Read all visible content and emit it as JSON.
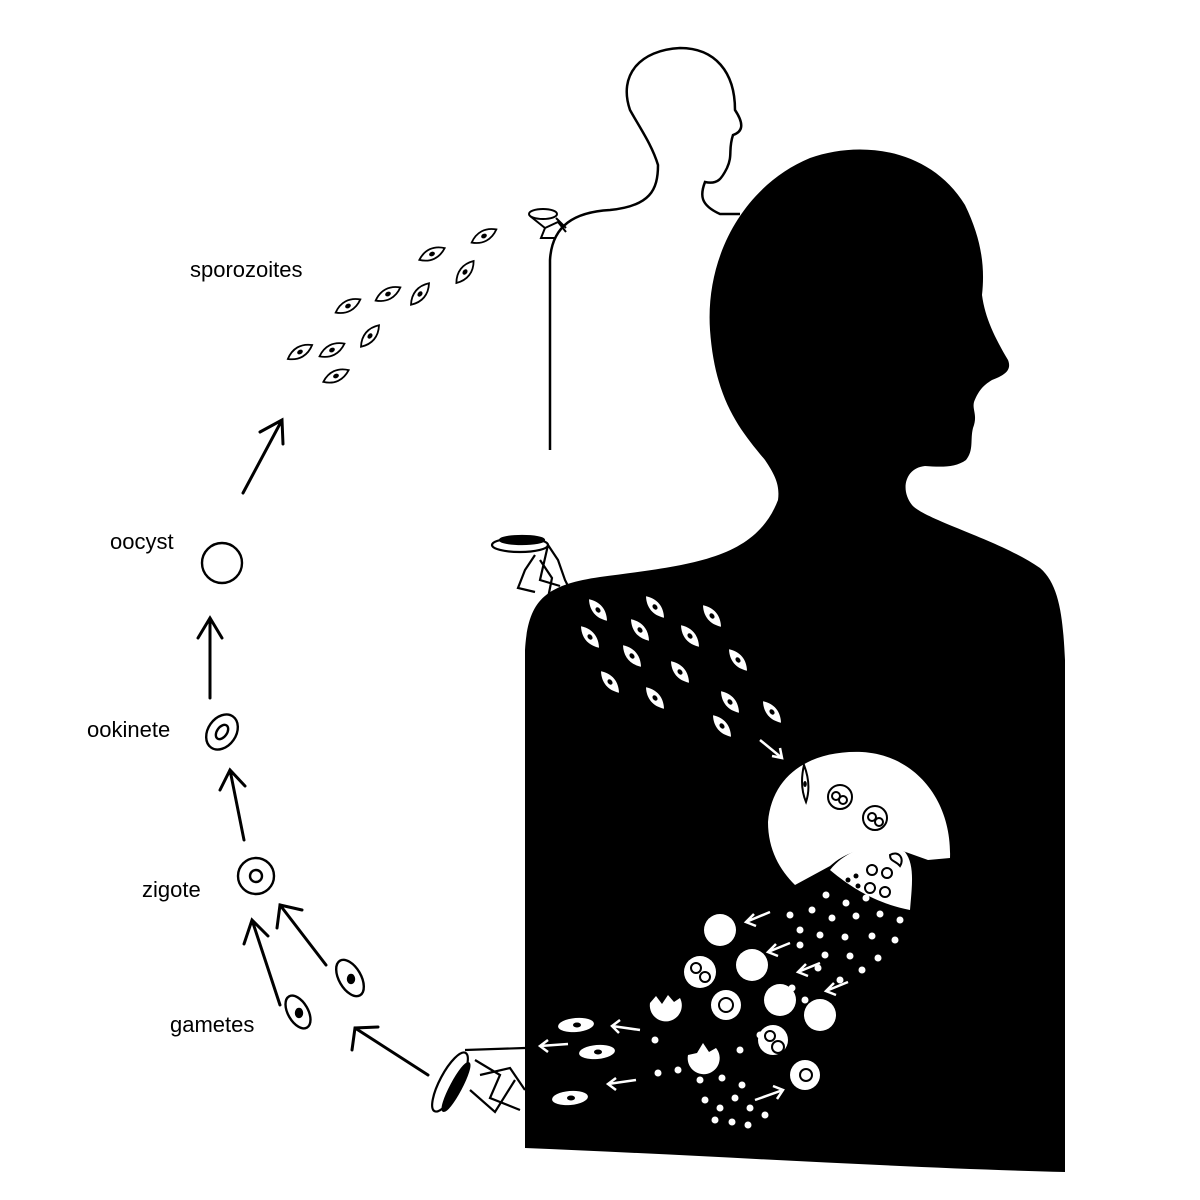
{
  "labels": {
    "sporozoites": "sporozoites",
    "oocyst": "oocyst",
    "ookinete": "ookinete",
    "zigote": "zigote",
    "gametes": "gametes"
  },
  "colors": {
    "ink": "#000000",
    "paper": "#ffffff"
  }
}
